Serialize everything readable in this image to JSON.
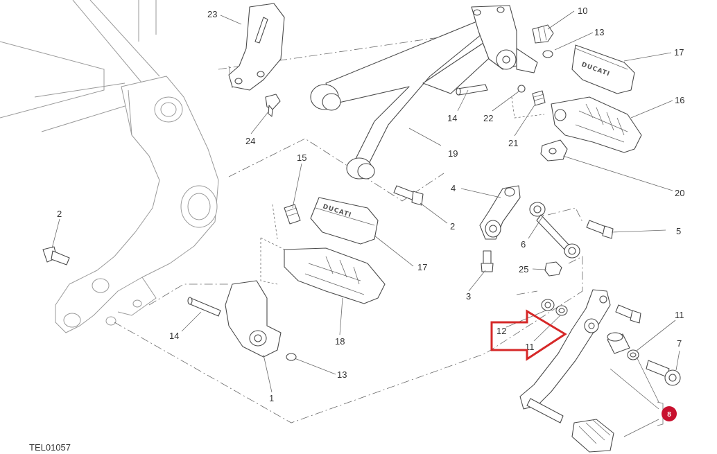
{
  "diagram": {
    "drawing_code": "TEL01057",
    "brand_mark": "DUCATI",
    "highlight_color": "#d62828",
    "badge": {
      "label": "8",
      "color": "#c8102e"
    },
    "callouts": [
      {
        "id": "c23",
        "label": "23"
      },
      {
        "id": "c10",
        "label": "10"
      },
      {
        "id": "c13a",
        "label": "13"
      },
      {
        "id": "c17a",
        "label": "17"
      },
      {
        "id": "c16",
        "label": "16"
      },
      {
        "id": "c14a",
        "label": "14"
      },
      {
        "id": "c22",
        "label": "22"
      },
      {
        "id": "c21",
        "label": "21"
      },
      {
        "id": "c19",
        "label": "19"
      },
      {
        "id": "c24",
        "label": "24"
      },
      {
        "id": "c20",
        "label": "20"
      },
      {
        "id": "c15",
        "label": "15"
      },
      {
        "id": "c2a",
        "label": "2"
      },
      {
        "id": "c4",
        "label": "4"
      },
      {
        "id": "c2b",
        "label": "2"
      },
      {
        "id": "c5",
        "label": "5"
      },
      {
        "id": "c6",
        "label": "6"
      },
      {
        "id": "c17b",
        "label": "17"
      },
      {
        "id": "c25",
        "label": "25"
      },
      {
        "id": "c3",
        "label": "3"
      },
      {
        "id": "c18",
        "label": "18"
      },
      {
        "id": "c14b",
        "label": "14"
      },
      {
        "id": "c12",
        "label": "12"
      },
      {
        "id": "c11a",
        "label": "11"
      },
      {
        "id": "c11b",
        "label": "11"
      },
      {
        "id": "c7",
        "label": "7"
      },
      {
        "id": "c13b",
        "label": "13"
      },
      {
        "id": "c1",
        "label": "1"
      }
    ]
  }
}
